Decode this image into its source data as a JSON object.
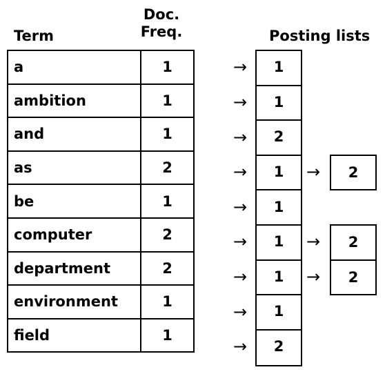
{
  "headers": {
    "term": "Term",
    "doc_freq_line1": "Doc.",
    "doc_freq_line2": "Freq.",
    "posting_lists": "Posting lists"
  },
  "rows": [
    {
      "term": "a",
      "freq": "1",
      "postings": [
        "1"
      ]
    },
    {
      "term": "ambition",
      "freq": "1",
      "postings": [
        "1"
      ]
    },
    {
      "term": "and",
      "freq": "1",
      "postings": [
        "2"
      ]
    },
    {
      "term": "as",
      "freq": "2",
      "postings": [
        "1",
        "2"
      ]
    },
    {
      "term": "be",
      "freq": "1",
      "postings": [
        "1"
      ]
    },
    {
      "term": "computer",
      "freq": "2",
      "postings": [
        "1",
        "2"
      ]
    },
    {
      "term": "department",
      "freq": "2",
      "postings": [
        "1",
        "2"
      ]
    },
    {
      "term": "environment",
      "freq": "1",
      "postings": [
        "1"
      ]
    },
    {
      "term": "field",
      "freq": "1",
      "postings": [
        "2"
      ]
    }
  ],
  "arrow_glyph": "→"
}
